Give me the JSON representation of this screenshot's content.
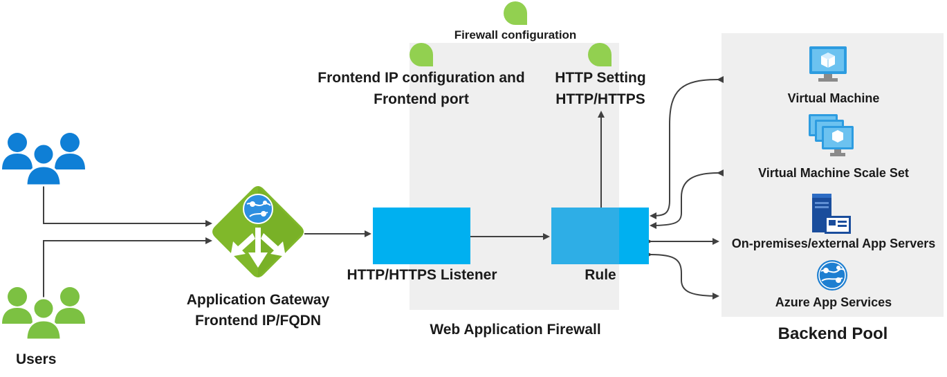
{
  "labels": {
    "users": "Users",
    "gateway_line1": "Application Gateway",
    "gateway_line2": "Frontend IP/FQDN",
    "listener": "HTTP/HTTPS Listener",
    "rule": "Rule",
    "waf": "Web Application Firewall",
    "firewall_config": "Firewall configuration",
    "frontend_config_line1": "Frontend IP configuration and",
    "frontend_config_line2": "Frontend port",
    "http_setting_line1": "HTTP Setting",
    "http_setting_line2": "HTTP/HTTPS",
    "backend_pool": "Backend Pool"
  },
  "backend_items": [
    {
      "label": "Virtual Machine",
      "icon": "virtual-machine-icon"
    },
    {
      "label": "Virtual Machine Scale Set",
      "icon": "vm-scale-set-icon"
    },
    {
      "label": "On-premises/external App Servers",
      "icon": "server-icon"
    },
    {
      "label": "Azure App Services",
      "icon": "app-services-icon"
    }
  ],
  "colors": {
    "users_blue": "#0f7fd6",
    "users_green": "#7cc142",
    "gateway_green": "#80b82a",
    "listener_blue": "#00b0f0",
    "rule_blue": "#2eaee6",
    "region_gray": "#efefef",
    "callout_green": "#92d050",
    "arrow_gray": "#404040"
  }
}
